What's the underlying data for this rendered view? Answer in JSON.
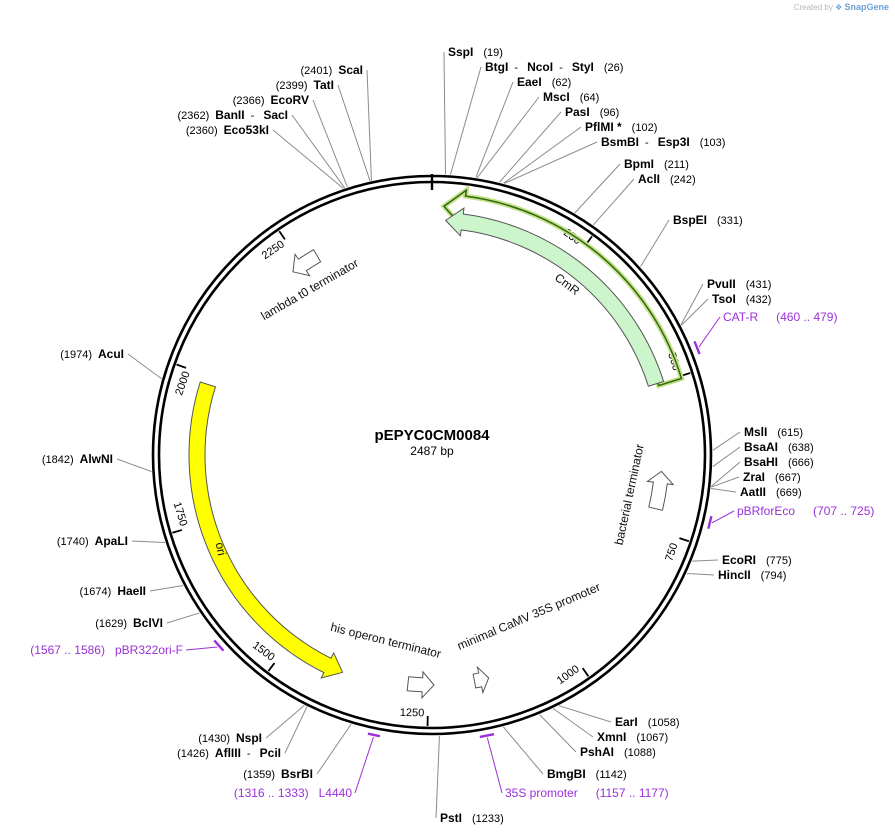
{
  "credit": {
    "created_by": "Created by",
    "brand": "SnapGene"
  },
  "plasmid": {
    "name": "pEPYC0CM0084",
    "length": 2487,
    "length_label": "2487 bp"
  },
  "ticks": [
    {
      "bp": 250,
      "label": "250"
    },
    {
      "bp": 500,
      "label": "500"
    },
    {
      "bp": 750,
      "label": "750"
    },
    {
      "bp": 1000,
      "label": "1000"
    },
    {
      "bp": 1250,
      "label": "1250"
    },
    {
      "bp": 1500,
      "label": "1500"
    },
    {
      "bp": 1750,
      "label": "1750"
    },
    {
      "bp": 2000,
      "label": "2000"
    },
    {
      "bp": 2250,
      "label": "2250"
    }
  ],
  "features": [
    {
      "name": "CmR",
      "label": "CmR",
      "start": 23,
      "end": 500,
      "strand": -1,
      "color": "#ccf5cc",
      "selected": true,
      "track": 0
    },
    {
      "name": "bacterial-terminator",
      "label": "bacterial terminator",
      "start": 650,
      "end": 715,
      "strand": -1,
      "color": "#ffffff",
      "track": 0
    },
    {
      "name": "minimal-camv-35s-promoter",
      "label": "minimal CaMV 35S promoter",
      "start": 1145,
      "end": 1170,
      "strand": -1,
      "color": "#ffffff",
      "track": 0
    },
    {
      "name": "his-operon-terminator",
      "label": "his operon terminator",
      "start": 1240,
      "end": 1285,
      "strand": -1,
      "color": "#ffffff",
      "track": 0
    },
    {
      "name": "ori",
      "label": "ori",
      "start": 1398,
      "end": 1986,
      "strand": -1,
      "color": "#ffff00",
      "track": 0
    },
    {
      "name": "lambda-t0-terminator",
      "label": "lambda t0 terminator",
      "start": 2230,
      "end": 2280,
      "strand": -1,
      "color": "#ffffff",
      "track": 0
    }
  ],
  "primers": [
    {
      "name": "CAT-R",
      "range": "(460 .. 479)",
      "start": 460,
      "end": 479
    },
    {
      "name": "pBRforEco",
      "range": "(707 .. 725)",
      "start": 707,
      "end": 725
    },
    {
      "name": "35S promoter",
      "range": "(1157 .. 1177)",
      "start": 1157,
      "end": 1177
    },
    {
      "name": "L4440",
      "range": "(1316 .. 1333)",
      "start": 1316,
      "end": 1333
    },
    {
      "name": "pBR322ori-F",
      "range": "(1567 .. 1586)",
      "start": 1567,
      "end": 1586
    }
  ],
  "sites": [
    {
      "names": [
        "SspI"
      ],
      "pos": "(19)",
      "bp": 19
    },
    {
      "names": [
        "BtgI",
        "NcoI",
        "StyI"
      ],
      "pos": "(26)",
      "bp": 26
    },
    {
      "names": [
        "EaeI"
      ],
      "pos": "(62)",
      "bp": 62
    },
    {
      "names": [
        "MscI"
      ],
      "pos": "(64)",
      "bp": 64
    },
    {
      "names": [
        "PasI"
      ],
      "pos": "(96)",
      "bp": 96
    },
    {
      "names": [
        "PflMI *"
      ],
      "pos": "(102)",
      "bp": 102
    },
    {
      "names": [
        "BsmBI",
        "Esp3I"
      ],
      "pos": "(103)",
      "bp": 103
    },
    {
      "names": [
        "BpmI"
      ],
      "pos": "(211)",
      "bp": 211
    },
    {
      "names": [
        "AclI"
      ],
      "pos": "(242)",
      "bp": 242
    },
    {
      "names": [
        "BspEI"
      ],
      "pos": "(331)",
      "bp": 331
    },
    {
      "names": [
        "PvuII"
      ],
      "pos": "(431)",
      "bp": 431
    },
    {
      "names": [
        "TsoI"
      ],
      "pos": "(432)",
      "bp": 432
    },
    {
      "names": [
        "MslI"
      ],
      "pos": "(615)",
      "bp": 615
    },
    {
      "names": [
        "BsaAI"
      ],
      "pos": "(638)",
      "bp": 638
    },
    {
      "names": [
        "BsaHI"
      ],
      "pos": "(666)",
      "bp": 666
    },
    {
      "names": [
        "ZraI"
      ],
      "pos": "(667)",
      "bp": 667
    },
    {
      "names": [
        "AatII"
      ],
      "pos": "(669)",
      "bp": 669
    },
    {
      "names": [
        "EcoRI"
      ],
      "pos": "(775)",
      "bp": 775
    },
    {
      "names": [
        "HincII"
      ],
      "pos": "(794)",
      "bp": 794
    },
    {
      "names": [
        "EarI"
      ],
      "pos": "(1058)",
      "bp": 1058
    },
    {
      "names": [
        "XmnI"
      ],
      "pos": "(1067)",
      "bp": 1067
    },
    {
      "names": [
        "PshAI"
      ],
      "pos": "(1088)",
      "bp": 1088
    },
    {
      "names": [
        "BmgBI"
      ],
      "pos": "(1142)",
      "bp": 1142
    },
    {
      "names": [
        "PstI"
      ],
      "pos": "(1233)",
      "bp": 1233
    },
    {
      "names": [
        "BsrBI"
      ],
      "pos": "(1359)",
      "bp": 1359
    },
    {
      "names": [
        "AflIII",
        "PciI"
      ],
      "pos": "(1426)",
      "bp": 1426
    },
    {
      "names": [
        "NspI"
      ],
      "pos": "(1430)",
      "bp": 1430
    },
    {
      "names": [
        "BclVI"
      ],
      "pos": "(1629)",
      "bp": 1629
    },
    {
      "names": [
        "HaeII"
      ],
      "pos": "(1674)",
      "bp": 1674
    },
    {
      "names": [
        "ApaLI"
      ],
      "pos": "(1740)",
      "bp": 1740
    },
    {
      "names": [
        "AlwNI"
      ],
      "pos": "(1842)",
      "bp": 1842
    },
    {
      "names": [
        "AcuI"
      ],
      "pos": "(1974)",
      "bp": 1974
    },
    {
      "names": [
        "Eco53kI"
      ],
      "pos": "(2360)",
      "bp": 2360
    },
    {
      "names": [
        "BanII",
        "SacI"
      ],
      "pos": "(2362)",
      "bp": 2362
    },
    {
      "names": [
        "EcoRV"
      ],
      "pos": "(2366)",
      "bp": 2366
    },
    {
      "names": [
        "TatI"
      ],
      "pos": "(2399)",
      "bp": 2399
    },
    {
      "names": [
        "ScaI"
      ],
      "pos": "(2401)",
      "bp": 2401
    }
  ]
}
